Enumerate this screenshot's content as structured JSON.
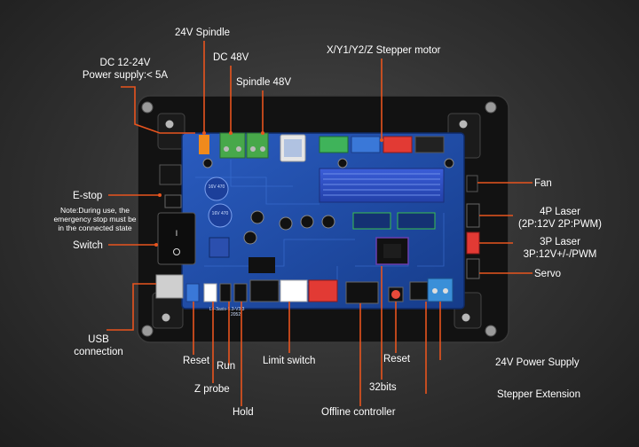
{
  "labels": {
    "spindle24": "24V Spindle",
    "dc48": "DC 48V",
    "spindle48": "Spindle 48V",
    "dc_supply_line1": "DC 12-24V",
    "dc_supply_line2": "Power supply:< 5A",
    "stepper": "X/Y1/Y2/Z Stepper motor",
    "estop": "E-stop",
    "estop_note_line1": "Note:During use, the",
    "estop_note_line2": "emergency stop must be",
    "estop_note_line3": "in the connected state",
    "switch": "Switch",
    "usb_line1": "USB",
    "usb_line2": "connection",
    "reset_left": "Reset",
    "run": "Run",
    "zprobe": "Z probe",
    "hold": "Hold",
    "limit": "Limit switch",
    "offline": "Offline controller",
    "bits32": "32bits",
    "reset_right": "Reset",
    "power24": "24V Power Supply",
    "stepper_ext": "Stepper Extension",
    "fan": "Fan",
    "laser4_line1": "4P Laser",
    "laser4_line2": "(2P:12V 2P:PWM)",
    "laser3_line1": "3P Laser",
    "laser3_line2": "3P:12V+/-/PWM",
    "servo": "Servo"
  },
  "board": {
    "cap1": "16V 470",
    "cap2": "16V 470",
    "silk": "L4-3axis-5.3-V3.3",
    "code": "2052"
  },
  "colors": {
    "pcb": "#1f4fa8",
    "leader": "#e8541e",
    "text": "#ffffff",
    "backplate": "#111111"
  }
}
